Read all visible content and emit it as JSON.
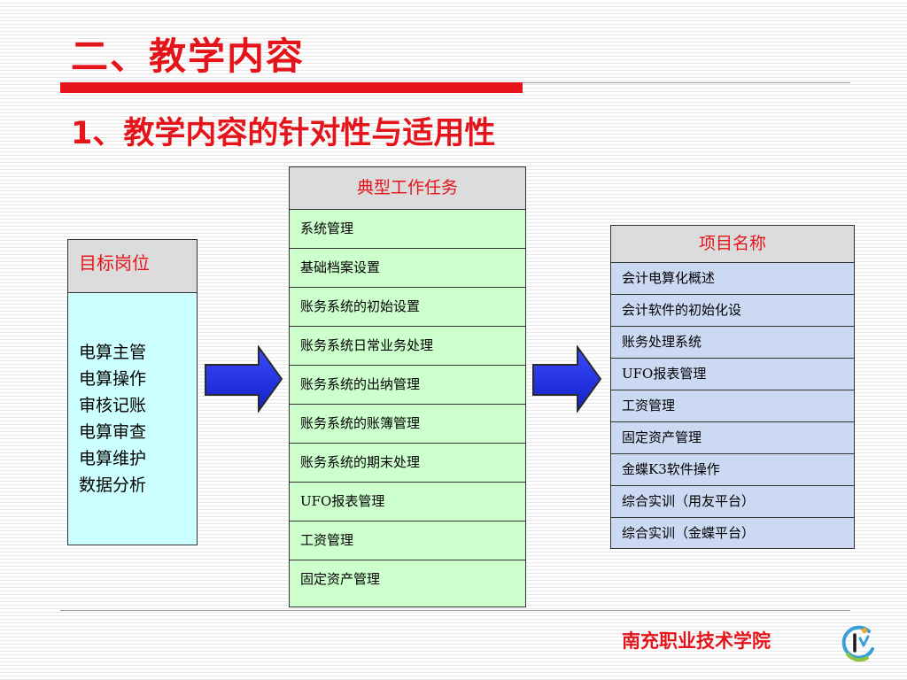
{
  "page": {
    "title": "二、教学内容",
    "subtitle": "1、教学内容的针对性与适用性"
  },
  "target": {
    "header": "目标岗位",
    "items": [
      "电算主管",
      "电算操作",
      "审核记账",
      "电算审查",
      "电算维护",
      "数据分析"
    ]
  },
  "tasks": {
    "header": "典型工作任务",
    "items": [
      "系统管理",
      "基础档案设置",
      "账务系统的初始设置",
      "账务系统日常业务处理",
      "账务系统的出纳管理",
      "账务系统的账簿管理",
      "账务系统的期末处理",
      "UFO报表管理",
      "工资管理",
      "固定资产管理"
    ]
  },
  "projects": {
    "header": "项目名称",
    "items": [
      "会计电算化概述",
      "会计软件的初始化设",
      "账务处理系统",
      "UFO报表管理",
      "工资管理",
      "固定资产管理",
      "金蝶K3软件操作",
      "综合实训（用友平台）",
      "综合实训（金蝶平台）"
    ]
  },
  "footer": {
    "school": "南充职业技术学院"
  },
  "colors": {
    "accent": "#e5141b",
    "arrow": "#1f2fe0",
    "target_bg": "#ccffff",
    "tasks_bg": "#ccffcc",
    "projects_bg": "#ccd9f2",
    "header_bg": "#dcdcdc"
  },
  "icons": {
    "arrow1": "right-arrow-icon",
    "arrow2": "right-arrow-icon",
    "logo": "college-logo-icon"
  }
}
